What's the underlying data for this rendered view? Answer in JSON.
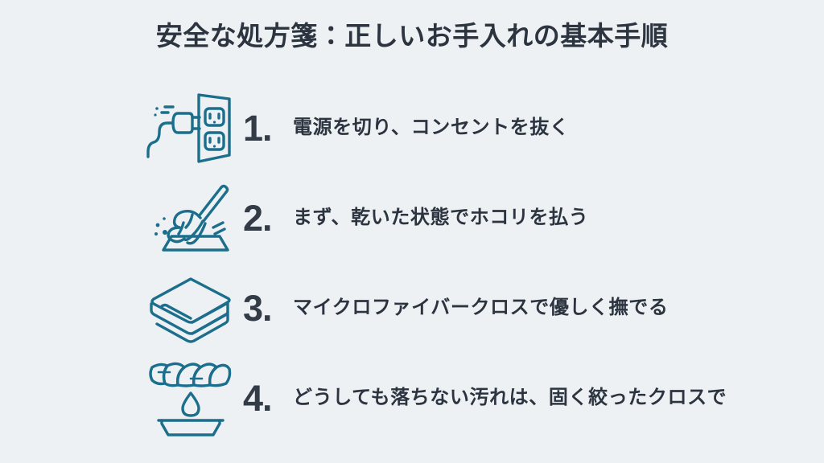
{
  "slide": {
    "title": "安全な処方箋：正しいお手入れの基本手順",
    "background_color": "#eef1f4",
    "title_color": "#2c3440",
    "number_color": "#333b47",
    "text_color": "#2c3440",
    "icon_color": "#1b6e8c",
    "steps": [
      {
        "number": "1.",
        "text": "電源を切り、コンセントを抜く",
        "icon": "plug-outlet-icon"
      },
      {
        "number": "2.",
        "text": "まず、乾いた状態でホコリを払う",
        "icon": "feather-duster-icon"
      },
      {
        "number": "3.",
        "text": "マイクロファイバークロスで優しく撫でる",
        "icon": "folded-cloth-icon"
      },
      {
        "number": "4.",
        "text": "どうしても落ちない汚れは、固く絞ったクロスで",
        "icon": "wrung-cloth-basin-icon"
      }
    ]
  }
}
